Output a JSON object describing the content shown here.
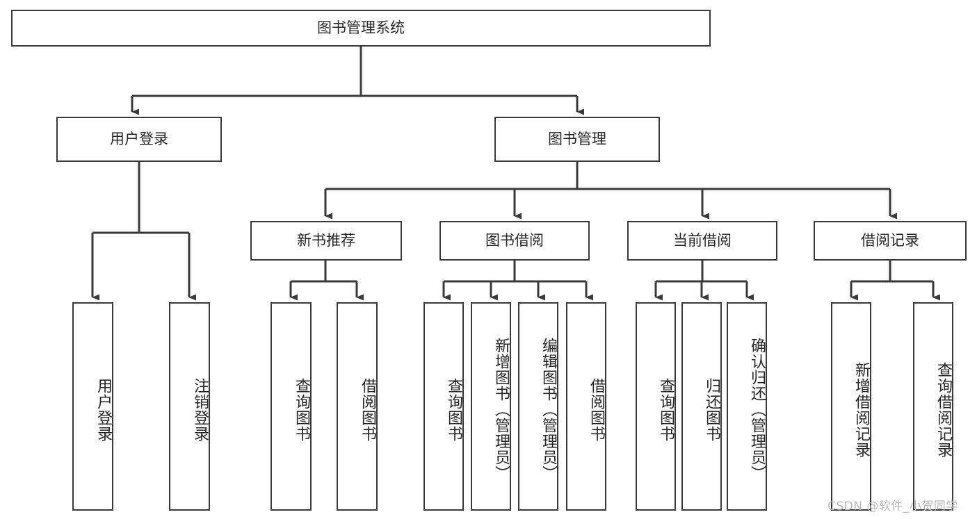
{
  "diagram": {
    "title": "图书管理系统",
    "type": "tree-hierarchy",
    "root": {
      "label": "图书管理系统"
    },
    "level2": [
      {
        "label": "用户登录"
      },
      {
        "label": "图书管理"
      }
    ],
    "level3": [
      {
        "label": "新书推荐"
      },
      {
        "label": "图书借阅"
      },
      {
        "label": "当前借阅"
      },
      {
        "label": "借阅记录"
      }
    ],
    "leaves": {
      "user_login": [
        {
          "label": "用户登录"
        },
        {
          "label": "注销登录"
        }
      ],
      "new_book_recommend": [
        {
          "label": "查询图书"
        },
        {
          "label": "借阅图书"
        }
      ],
      "book_borrow": [
        {
          "label": "查询图书"
        },
        {
          "label": "新增图书（管理员）"
        },
        {
          "label": "编辑图书（管理员）"
        },
        {
          "label": "借阅图书"
        }
      ],
      "current_borrow": [
        {
          "label": "查询图书"
        },
        {
          "label": "归还图书"
        },
        {
          "label": "确认归还（管理员）"
        }
      ],
      "borrow_record": [
        {
          "label": "新增借阅记录"
        },
        {
          "label": "查询借阅记录"
        }
      ]
    }
  },
  "watermark": {
    "text": "CSDN @软件_小贺同学"
  },
  "colors": {
    "stroke": "#3a3a3a",
    "box_fill": "#ffffff",
    "text": "#262626",
    "watermark": "#b9b9b9",
    "background": "#ffffff"
  }
}
